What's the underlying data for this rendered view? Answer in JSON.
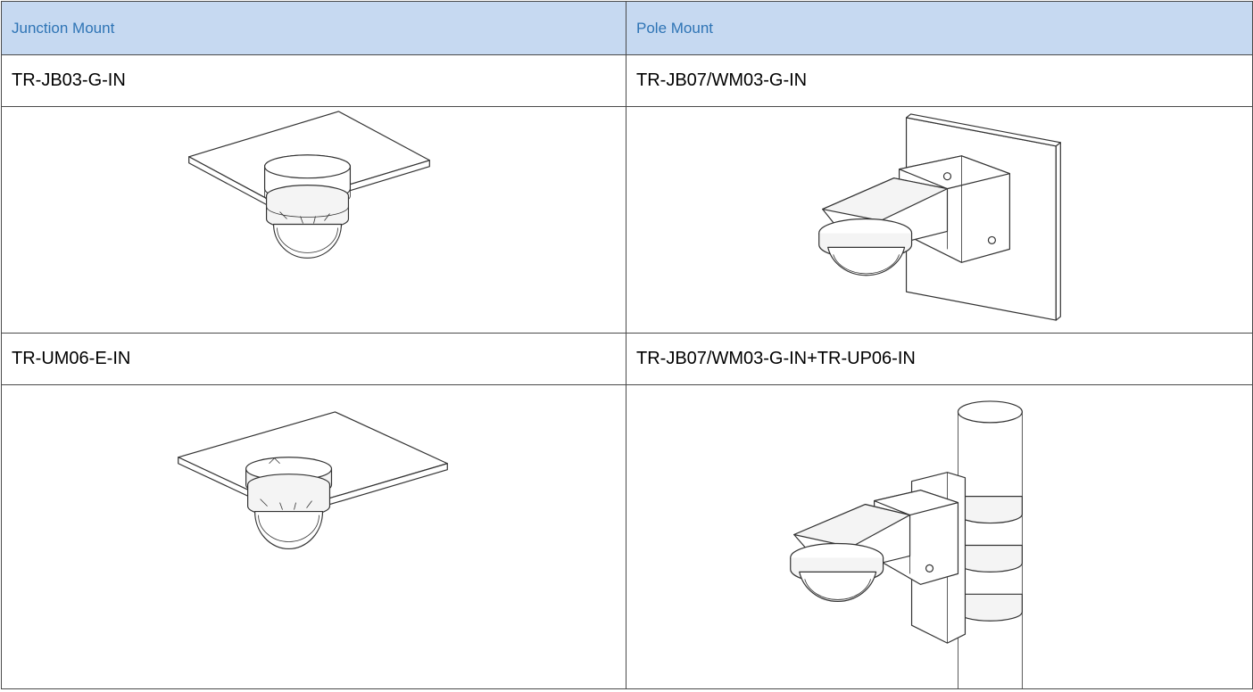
{
  "table": {
    "headers": [
      "Junction Mount",
      "Pole Mount"
    ],
    "rows": [
      {
        "junction": "TR-JB03-G-IN",
        "pole": "TR-JB07/WM03-G-IN"
      },
      {
        "junction": "TR-UM06-E-IN",
        "pole": "TR-JB07/WM03-G-IN+TR-UP06-IN"
      }
    ]
  },
  "figures": [
    {
      "id": "junction-1",
      "icon": "ceiling-dome-junction-box-drawing"
    },
    {
      "id": "pole-1",
      "icon": "wall-mount-bracket-drawing"
    },
    {
      "id": "junction-2",
      "icon": "ceiling-dome-mount-drawing"
    },
    {
      "id": "pole-2",
      "icon": "pole-mount-bracket-drawing"
    }
  ],
  "colors": {
    "header_bg": "#c6d9f1",
    "header_text": "#2e74b5",
    "border": "#4a4a4a"
  }
}
